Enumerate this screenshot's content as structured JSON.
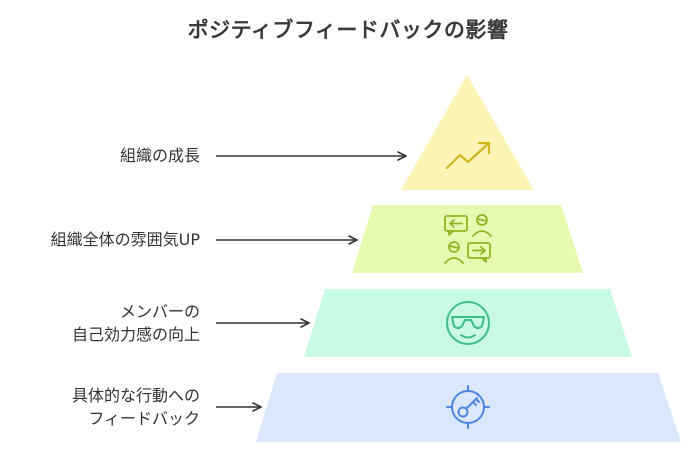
{
  "title": "ポジティブフィードバックの影響",
  "levels": [
    {
      "lines": [
        "組織の成長"
      ],
      "icon": "trend-up-icon",
      "fill": "#fbf4b4",
      "stroke": "#d1b823"
    },
    {
      "lines": [
        "組織全体の雰囲気UP"
      ],
      "icon": "people-exchange-icon",
      "fill": "#e6fbb0",
      "stroke": "#8eb524"
    },
    {
      "lines": [
        "メンバーの",
        "自己効力感の向上"
      ],
      "icon": "sunglasses-face-icon",
      "fill": "#c9fbe4",
      "stroke": "#3fbf86"
    },
    {
      "lines": [
        "具体的な行動への",
        "フィードバック"
      ],
      "icon": "target-key-icon",
      "fill": "#dbe7fd",
      "stroke": "#4f86e0"
    }
  ]
}
